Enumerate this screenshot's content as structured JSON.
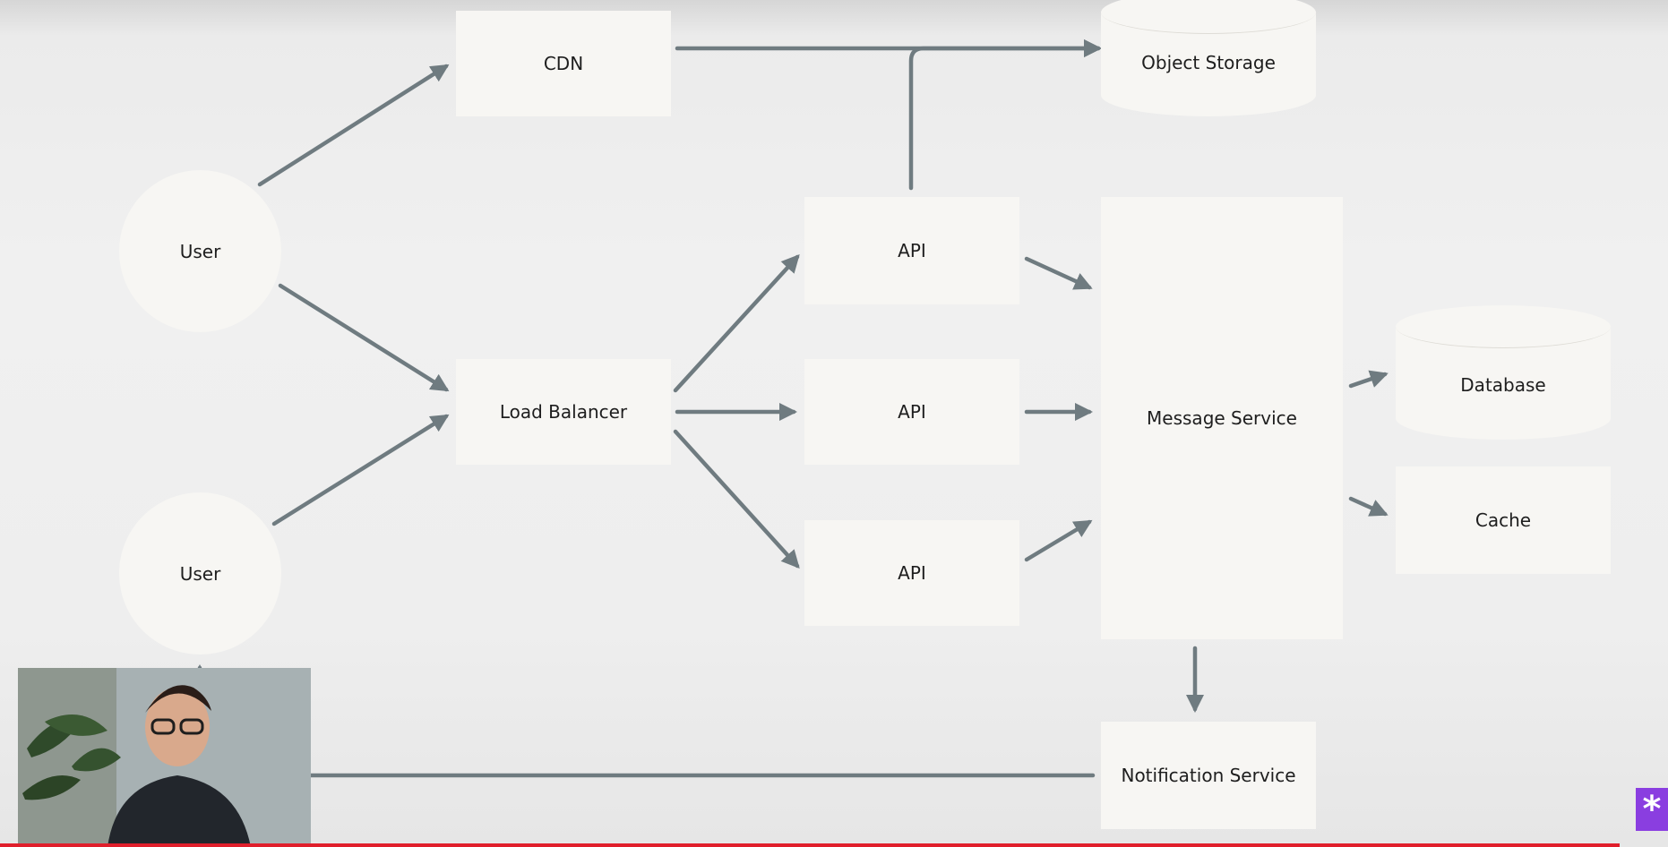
{
  "diagram": {
    "nodes": {
      "cdn": "CDN",
      "object_storage": "Object Storage",
      "user_top": "User",
      "user_bottom": "User",
      "load_balancer": "Load Balancer",
      "api_1": "API",
      "api_2": "API",
      "api_3": "API",
      "message_service": "Message Service",
      "database": "Database",
      "cache": "Cache",
      "notification_service": "Notification Service"
    }
  },
  "colors": {
    "arrow": "#6f7b80",
    "node_fill": "#f7f6f3",
    "background": "#efefef",
    "progress": "#e01e2b",
    "badge": "#8a3ee0"
  },
  "overlay": {
    "badge_glyph": "*",
    "video_played_fraction": 0.97
  }
}
